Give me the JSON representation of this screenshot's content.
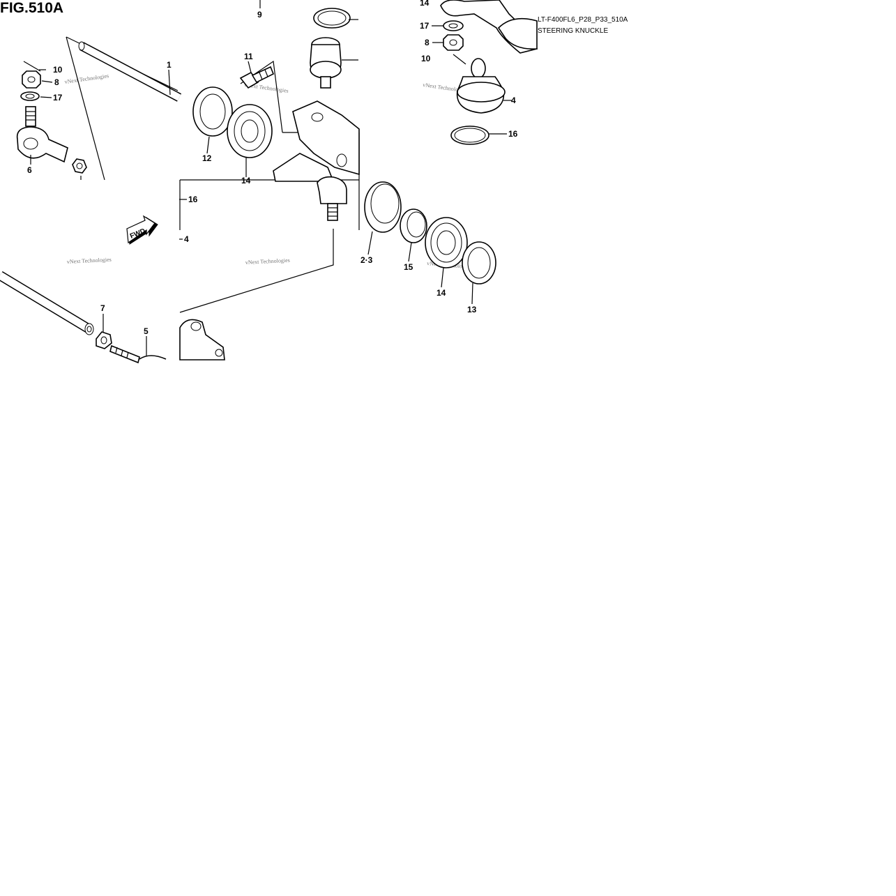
{
  "figure": {
    "title": "FIG.510A",
    "model_code": "LT-F400FL6_P28_P33_510A",
    "section_name": "STEERING KNUCKLE",
    "fwd_label": "FWD",
    "watermark": "vNext Technologies"
  },
  "callouts": {
    "c1": "1",
    "c4a": "4",
    "c4b": "4",
    "c5": "5",
    "c6": "6",
    "c7": "7",
    "c8a": "8",
    "c8b": "8",
    "c9": "9",
    "c10a": "10",
    "c10b": "10",
    "c11": "11",
    "c12": "12",
    "c13": "13",
    "c14a": "14",
    "c14b": "14",
    "c15": "15",
    "c16a": "16",
    "c16b": "16",
    "c17a": "17",
    "c17b": "17",
    "c23": "2·3"
  }
}
